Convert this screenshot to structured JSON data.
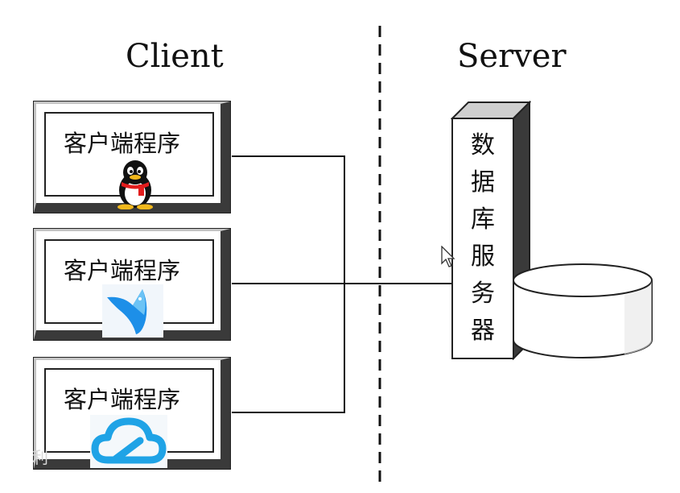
{
  "diagram": {
    "client_heading": "Client",
    "server_heading": "Server",
    "clients": [
      {
        "label": "客户端程序",
        "icon": "penguin-icon"
      },
      {
        "label": "客户端程序",
        "icon": "bird-icon"
      },
      {
        "label": "客户端程序",
        "icon": "cloud-icon"
      }
    ],
    "server_label": "数据库服务器",
    "database_icon": "database-cylinder-icon",
    "watermark": "利"
  },
  "colors": {
    "line": "#111111",
    "box_shadow_edge": "#3a3a3a",
    "box_light_edge": "#c4c4c4",
    "penguin_scarf": "#e21d1d",
    "bird_blue": "#1d8fe8",
    "cloud_blue": "#1fa3e6"
  }
}
